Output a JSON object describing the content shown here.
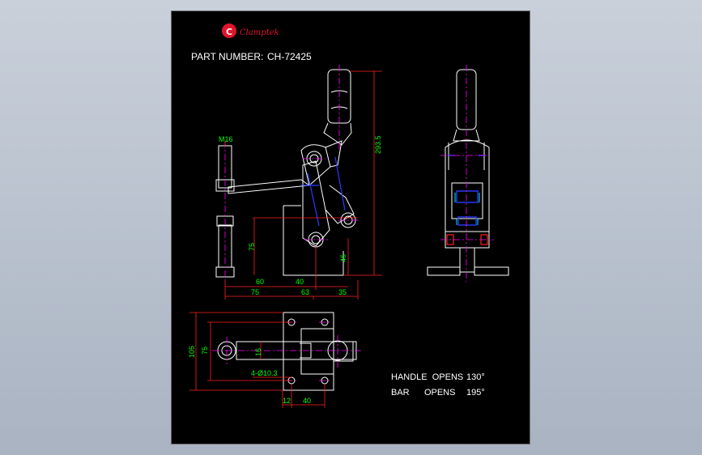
{
  "brand": {
    "name": "Clamptek",
    "mark": "C",
    "color": "#e0162b"
  },
  "part": {
    "label": "PART NUMBER:",
    "number": "CH-72425"
  },
  "dimensions": {
    "thread": "M16",
    "height": "293.5",
    "d75_vertical": "75",
    "d46": "46",
    "d60": "60",
    "d40_top": "40",
    "d75_bottom": "75",
    "d63": "63",
    "d35": "35",
    "d105": "105",
    "d75_plan": "75",
    "d16": "16",
    "holes": "4-Ø10.3",
    "d12": "12",
    "d40_plan": "40"
  },
  "specs": {
    "handle_label": "HANDLE  OPENS",
    "handle_value": "130°",
    "bar_label": "BAR      OPENS",
    "bar_value": "195°"
  },
  "colors": {
    "sheet": "#000000",
    "line": "#ffffff",
    "dimension": "#00ff00",
    "center": "#ff00ff",
    "hidden": "#2a3cff",
    "dim_line": "#ff2020",
    "accent": "#00e5ff"
  }
}
